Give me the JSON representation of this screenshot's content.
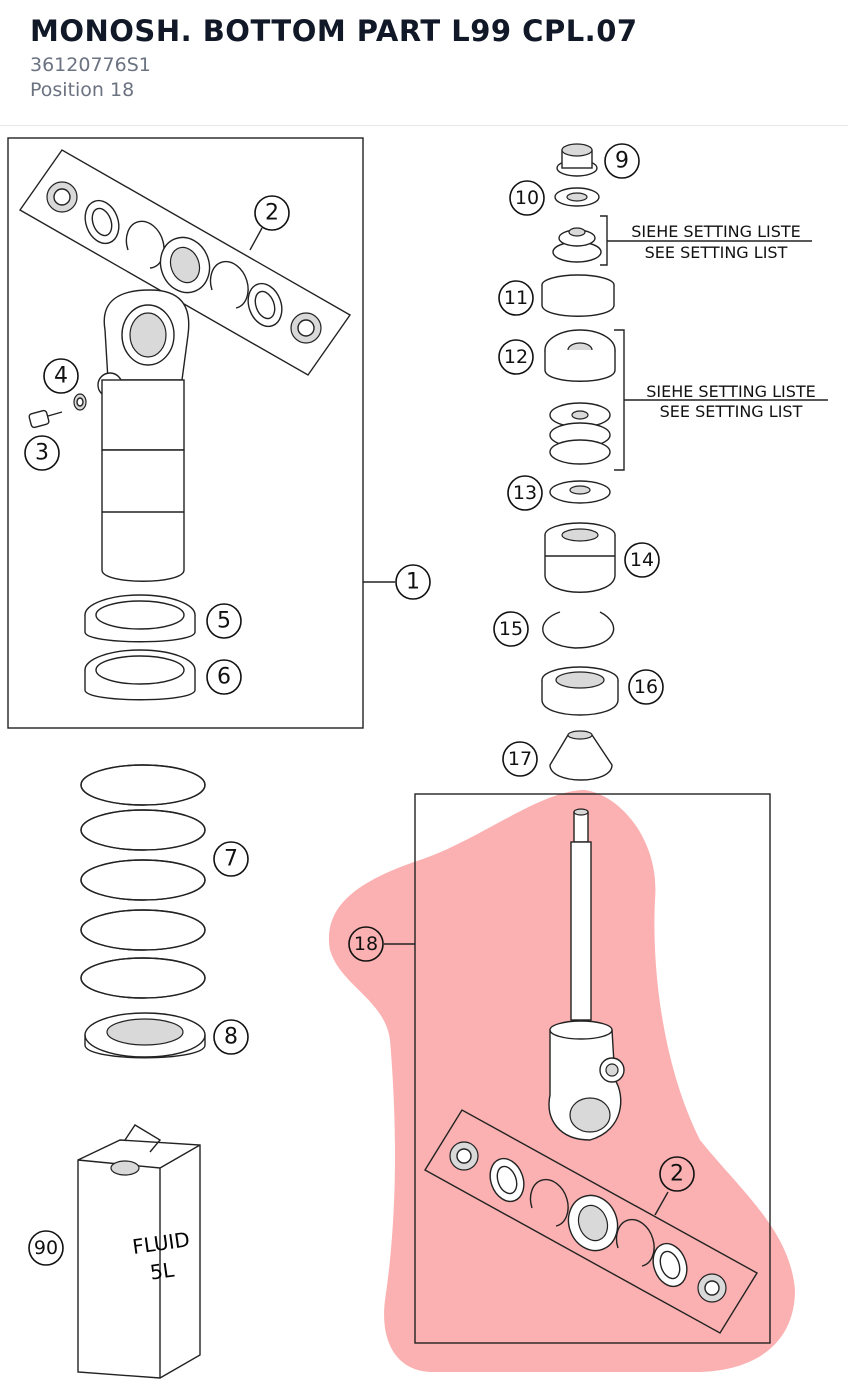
{
  "header": {
    "title": "MONOSH. BOTTOM PART L99 CPL.07",
    "part_number": "36120776S1",
    "position": "Position 18"
  },
  "diagram": {
    "highlight_color": "#f87171",
    "callouts": {
      "c1": "1",
      "c2a": "2",
      "c3": "3",
      "c4": "4",
      "c5": "5",
      "c6": "6",
      "c7": "7",
      "c8": "8",
      "c9": "9",
      "c10": "10",
      "c11": "11",
      "c12": "12",
      "c13": "13",
      "c14": "14",
      "c15": "15",
      "c16": "16",
      "c17": "17",
      "c18": "18",
      "c2b": "2",
      "c90": "90"
    },
    "notes": {
      "n1a": "SIEHE SETTING LISTE",
      "n1b": "SEE SETTING LIST",
      "n2a": "SIEHE SETTING LISTE",
      "n2b": "SEE SETTING LIST"
    },
    "can_label_1": "FLUID",
    "can_label_2": "5L"
  }
}
